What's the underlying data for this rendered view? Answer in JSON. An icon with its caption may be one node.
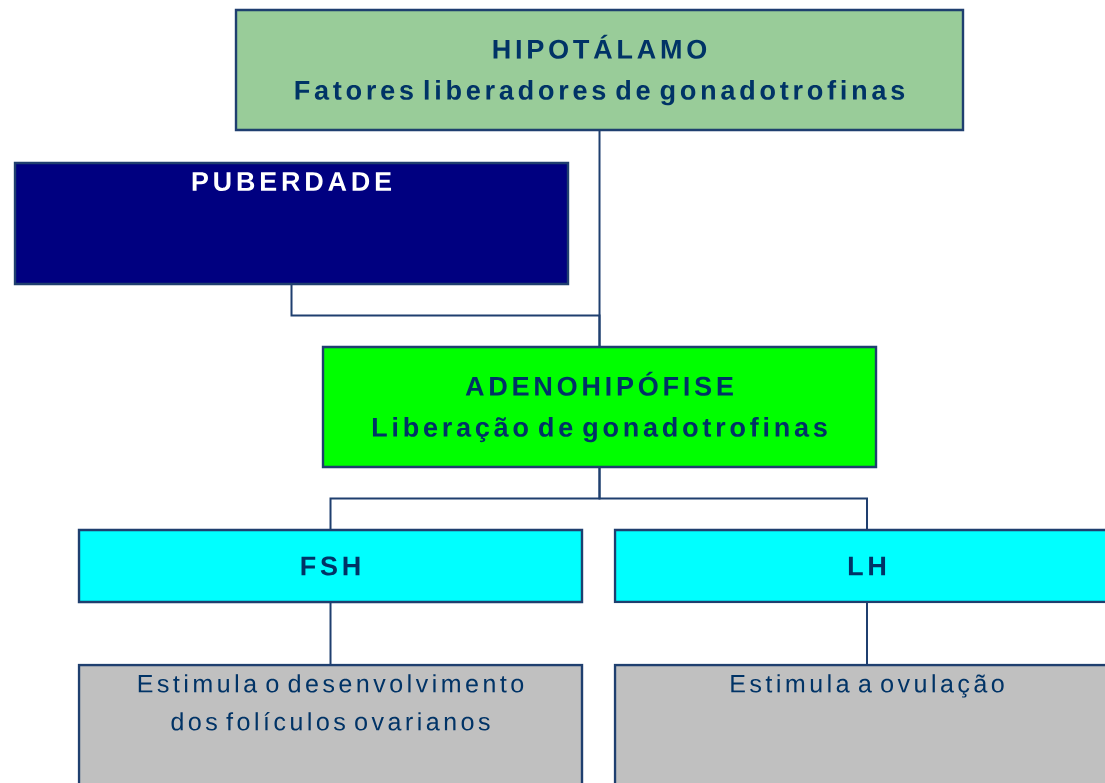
{
  "diagram": {
    "nodes": [
      {
        "text": [
          "HIPOTÁLAMO",
          "Fatores liberadores de gonadotrofinas"
        ]
      },
      {
        "text": [
          "PUBERDADE"
        ]
      },
      {
        "text": [
          "ADENOHIPÓFISE",
          "Liberação de gonadotrofinas"
        ]
      },
      {
        "text": [
          "FSH"
        ]
      },
      {
        "text": [
          "LH"
        ]
      },
      {
        "text": [
          "Estimula o desenvolvimento dos folículos ovarianos"
        ]
      },
      {
        "text": [
          "Estimula a ovulação"
        ]
      }
    ],
    "edges": [
      {
        "from": 0,
        "to": 2,
        "arrow": "none"
      },
      {
        "from": 1,
        "to": 2,
        "arrow": "none"
      },
      {
        "from": 2,
        "to": 3,
        "arrow": "none"
      },
      {
        "from": 2,
        "to": 4,
        "arrow": "none"
      },
      {
        "from": 3,
        "to": 5,
        "arrow": "none"
      },
      {
        "from": 4,
        "to": 6,
        "arrow": "none"
      }
    ]
  }
}
